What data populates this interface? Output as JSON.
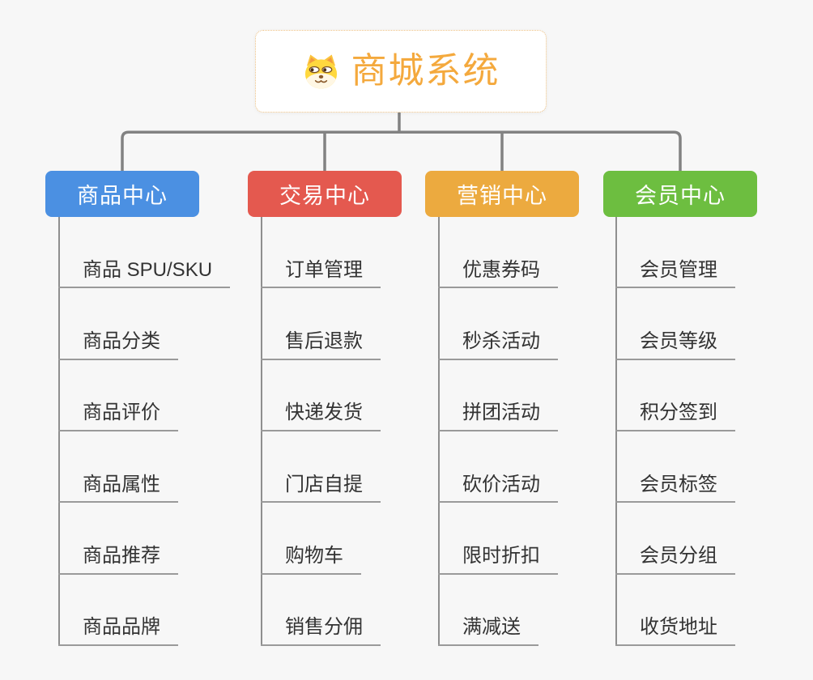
{
  "background": "#F7F7F7",
  "connector": {
    "main_color": "#828282",
    "column_line_color": "#8F8F8F",
    "underline_color": "#9A9A9A"
  },
  "root": {
    "title": "商城系统",
    "icon": "dog-face-icon",
    "text_color": "#F4A93D",
    "border_color": "#EEC183"
  },
  "branches": [
    {
      "label": "商品中心",
      "color": "#4B90E2",
      "items": [
        "商品 SPU/SKU",
        "商品分类",
        "商品评价",
        "商品属性",
        "商品推荐",
        "商品品牌"
      ]
    },
    {
      "label": "交易中心",
      "color": "#E4594F",
      "items": [
        "订单管理",
        "售后退款",
        "快递发货",
        "门店自提",
        "购物车",
        "销售分佣"
      ]
    },
    {
      "label": "营销中心",
      "color": "#ECAA3F",
      "items": [
        "优惠券码",
        "秒杀活动",
        "拼团活动",
        "砍价活动",
        "限时折扣",
        "满减送"
      ]
    },
    {
      "label": "会员中心",
      "color": "#6DBE40",
      "items": [
        "会员管理",
        "会员等级",
        "积分签到",
        "会员标签",
        "会员分组",
        "收货地址"
      ]
    }
  ]
}
